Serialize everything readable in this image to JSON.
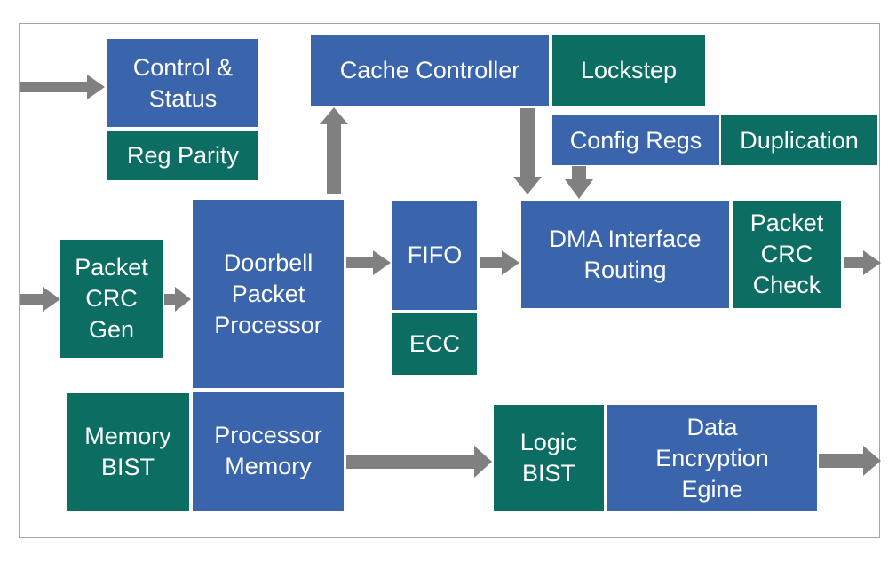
{
  "colors": {
    "logic_block": "#3a64ac",
    "safety_block": "#0c6e63",
    "arrow": "#808080",
    "frame": "#a6a6a6"
  },
  "blocks": {
    "control_status": "Control &\nStatus",
    "reg_parity": "Reg Parity",
    "cache_controller": "Cache Controller",
    "lockstep": "Lockstep",
    "config_regs": "Config Regs",
    "duplication": "Duplication",
    "packet_crc_gen": "Packet\nCRC\nGen",
    "doorbell_packet_processor": "Doorbell\nPacket\nProcessor",
    "fifo": "FIFO",
    "ecc": "ECC",
    "dma_interface_routing": "DMA Interface\nRouting",
    "packet_crc_check": "Packet\nCRC\nCheck",
    "memory_bist": "Memory\nBIST",
    "processor_memory": "Processor\nMemory",
    "logic_bist": "Logic\nBIST",
    "data_encryption_engine": "Data\nEncryption\nEgine"
  }
}
